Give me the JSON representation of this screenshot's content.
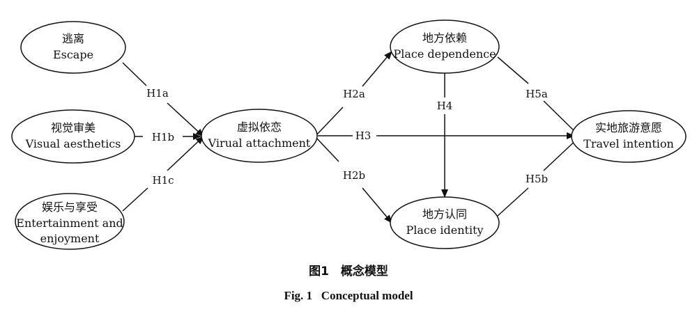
{
  "nodes": {
    "escape": {
      "cn": "逃离",
      "en": "Escape"
    },
    "visual": {
      "cn": "视觉审美",
      "en": "Visual aesthetics"
    },
    "entertainment": {
      "cn": "娱乐与享受",
      "en1": "Entertainment and",
      "en2": "enjoyment"
    },
    "virtual": {
      "cn": "虚拟依恋",
      "en": "Virual attachment"
    },
    "dependence": {
      "cn": "地方依赖",
      "en": "Place dependence"
    },
    "identity": {
      "cn": "地方认同",
      "en": "Place identity"
    },
    "travel": {
      "cn": "实地旅游意愿",
      "en": "Travel intention"
    }
  },
  "edges": {
    "h1a": "H1a",
    "h1b": "H1b",
    "h1c": "H1c",
    "h2a": "H2a",
    "h2b": "H2b",
    "h3": "H3",
    "h4": "H4",
    "h5a": "H5a",
    "h5b": "H5b"
  },
  "caption": {
    "cn": "图1　概念模型",
    "en": "Fig. 1   Conceptual model"
  },
  "colors": {
    "stroke": "#111111",
    "background": "#ffffff"
  }
}
